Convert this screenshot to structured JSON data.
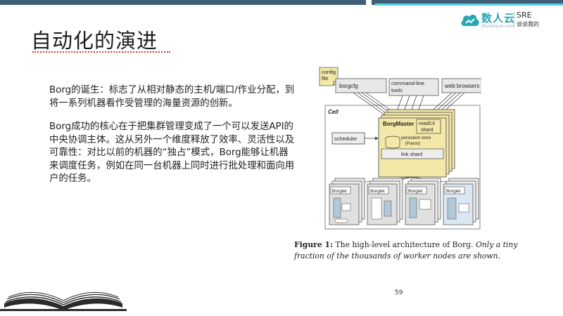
{
  "header": {
    "logo_brand": "数人云",
    "logo_url": "shurenyun.com",
    "logo_sre": "SRE",
    "logo_sre_sub": "谈谈我的"
  },
  "slide": {
    "title": "自动化的演进",
    "paragraphs": [
      "Borg的诞生：标志了从相对静态的主机/端口/作业分配，到将一系列机器看作受管理的海量资源的创新。",
      "Borg成功的核心在于把集群管理变成了一个可以发送API的中央协调主体。这从另外一个维度释放了效率、灵活性以及可靠性：对比以前的机器的“独占”模式，Borg能够让机器来调度任务，例如在同一台机器上同时进行批处理和面向用户的任务。"
    ],
    "page_number": "59"
  },
  "diagram": {
    "config_file": [
      "config",
      "file"
    ],
    "clients": [
      "borgcfg",
      "command-line tools",
      "web browsers"
    ],
    "cell_label": "Cell",
    "scheduler": "scheduler",
    "borgmaster": "BorgMaster",
    "ui_shard": [
      "read/UI",
      "shard"
    ],
    "persistent_store": [
      "persistent store",
      "(Paxos)"
    ],
    "link_shard": "link shard",
    "borglet": "Borglet"
  },
  "caption": {
    "label": "Figure 1:",
    "text_plain": " The high-level architecture of Borg. ",
    "text_italic": "Only a tiny fraction of the thousands of worker nodes are shown."
  },
  "colors": {
    "topbar": "#3f5f77",
    "accent": "#5fd0e6",
    "brand": "#27a7b3",
    "borgmaster_fill": "#f3e8a8",
    "client_fill": "#e8e8e8"
  }
}
